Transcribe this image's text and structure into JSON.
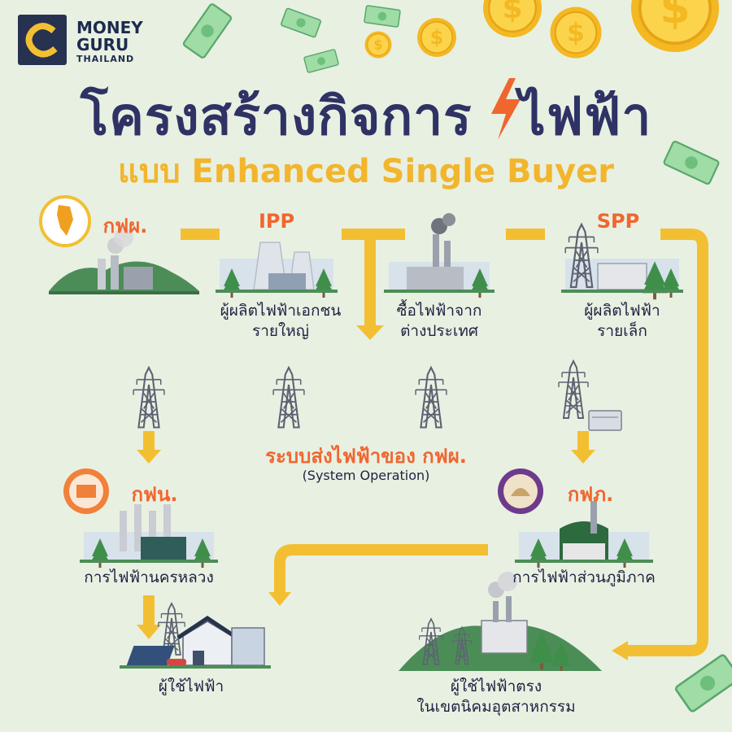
{
  "brand": {
    "line1": "MONEY",
    "line2": "GURU",
    "line3": "THAILAND"
  },
  "title": {
    "line1": "โครงสร้างกิจการ",
    "line1_after": "ไฟฟ้า",
    "line2": "แบบ Enhanced Single Buyer"
  },
  "top_row": [
    {
      "org": "กฟผ.",
      "label": ""
    },
    {
      "org": "IPP",
      "label": "ผู้ผลิตไฟฟ้าเอกชน\nรายใหญ่"
    },
    {
      "org": "",
      "label": "ซื้อไฟฟ้าจาก\nต่างประเทศ"
    },
    {
      "org": "SPP",
      "label": "ผู้ผลิตไฟฟ้า\nรายเล็ก"
    }
  ],
  "grid": {
    "title": "ระบบส่งไฟฟ้าของ กฟผ.",
    "subtitle": "(System Operation)"
  },
  "mea": {
    "org": "กฟน.",
    "label": "การไฟฟ้านครหลวง"
  },
  "pea": {
    "org": "กฟภ.",
    "label": "การไฟฟ้าส่วนภูมิภาค"
  },
  "users": {
    "label": "ผู้ใช้ไฟฟ้า"
  },
  "direct_users": {
    "label": "ผู้ใช้ไฟฟ้าตรง\nในเขตนิคมอุตสาหกรรม"
  },
  "colors": {
    "arrow": "#f3bf32",
    "title": "#2f3264",
    "subtitle": "#f2b52c",
    "org": "#f0662f",
    "bg": "#e8f0e2"
  },
  "icons": [
    "lightning-icon",
    "transmission-tower-icon",
    "coin-icon",
    "banknote-icon",
    "factory-icon",
    "nuclear-plant-icon",
    "substation-icon",
    "house-icon",
    "solar-panel-icon"
  ]
}
